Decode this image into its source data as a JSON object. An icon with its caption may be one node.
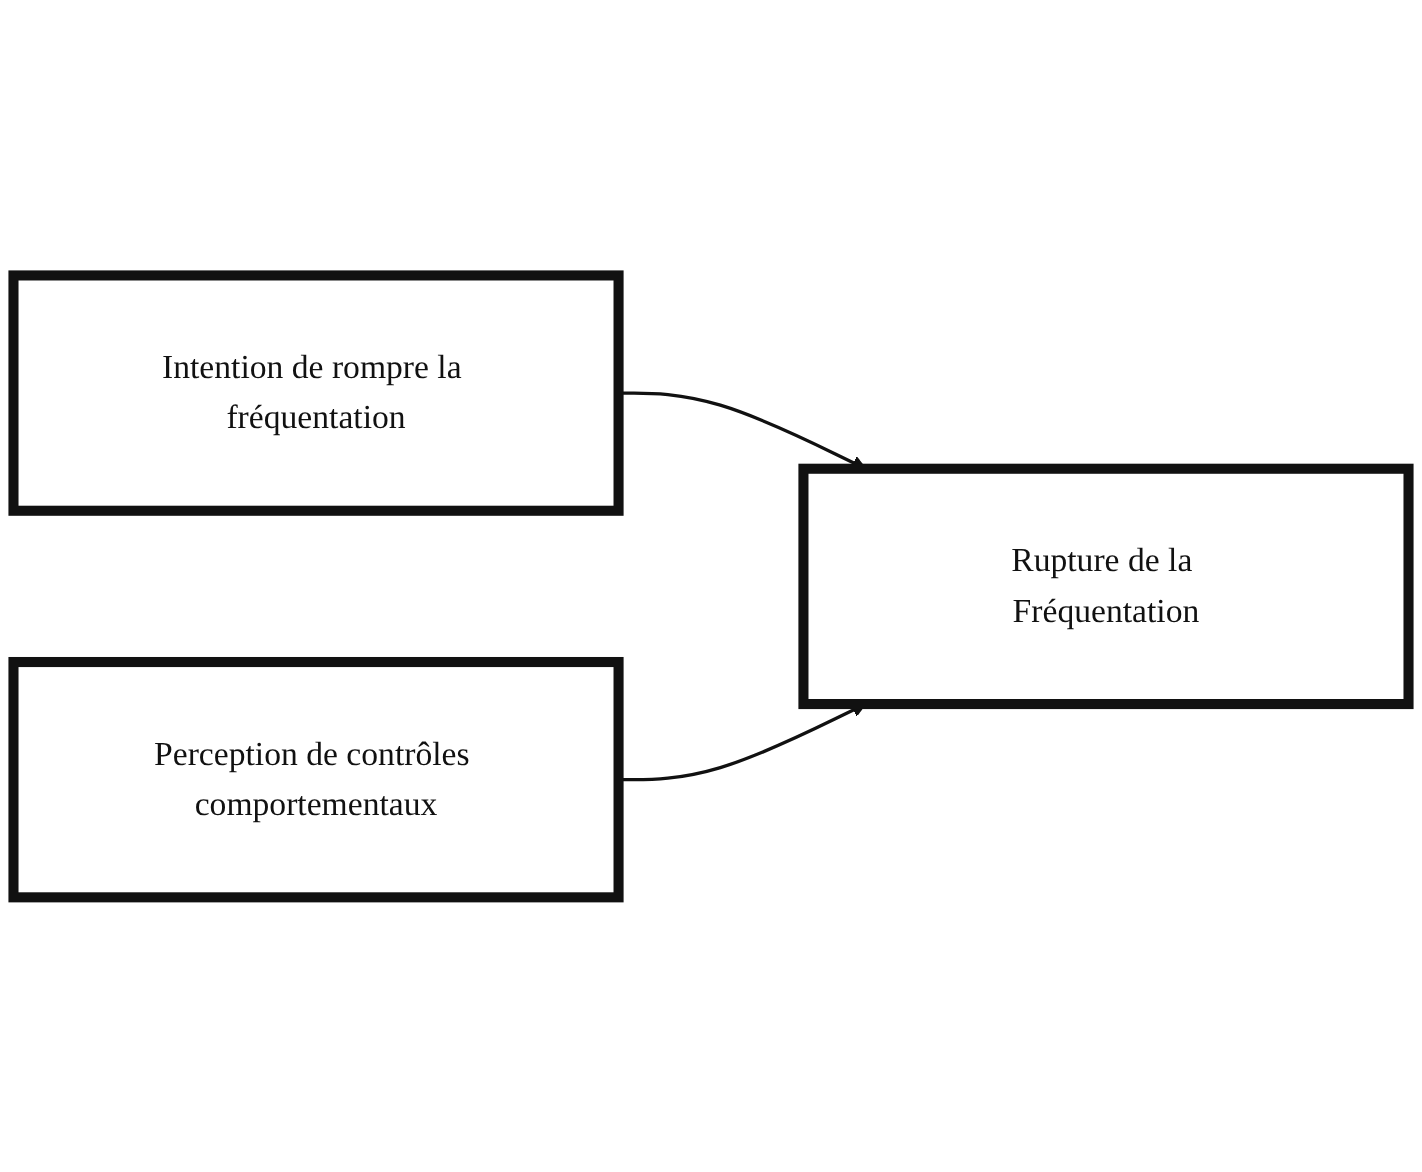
{
  "diagram": {
    "nodes": [
      {
        "text": [
          "Intention de rompre la fréquentation"
        ]
      },
      {
        "text": [
          "Rupture de la Fréquentation"
        ]
      },
      {
        "text": [
          "Perception de contrôles comportementaux"
        ]
      }
    ],
    "edges": [
      {
        "from": 0,
        "to": 1,
        "arrow": "to"
      },
      {
        "from": 2,
        "to": 1,
        "arrow": "to"
      }
    ]
  }
}
